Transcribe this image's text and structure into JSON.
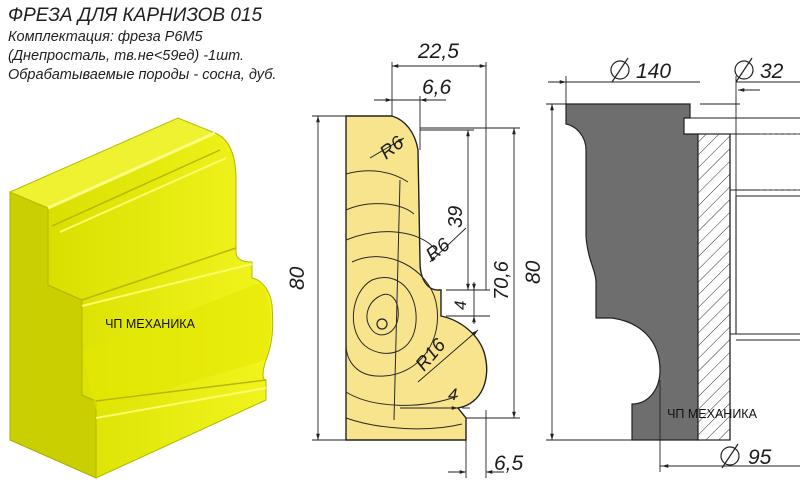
{
  "header": {
    "title": "ФРЕЗА ДЛЯ КАРНИЗОВ 015",
    "line1": "Комплектация: фреза Р6М5",
    "line2": "(Днепросталь, тв.не<59ед) -1шт.",
    "line3": "Обрабатываемые породы - сосна, дуб."
  },
  "watermark": "ЧП МЕХАНИКА",
  "profile_dims": {
    "width_top": "22,5",
    "offset_top": "6,6",
    "height_total": "80",
    "r_top": "R6",
    "depth_39": "39",
    "r_mid": "R6",
    "height_70": "70,6",
    "step_4_vertical": "4",
    "r_bottom": "R16",
    "step_4_bottom": "4",
    "offset_bottom": "6,5"
  },
  "cutter_dims": {
    "dia_outer": "140",
    "dia_bore": "32",
    "height": "80",
    "dia_small": "95"
  },
  "colors": {
    "block_yellow": "#e8ee1a",
    "wood_yellow": "#f6e28a",
    "cutter_grey": "#6e6e6e",
    "line": "#222222"
  }
}
